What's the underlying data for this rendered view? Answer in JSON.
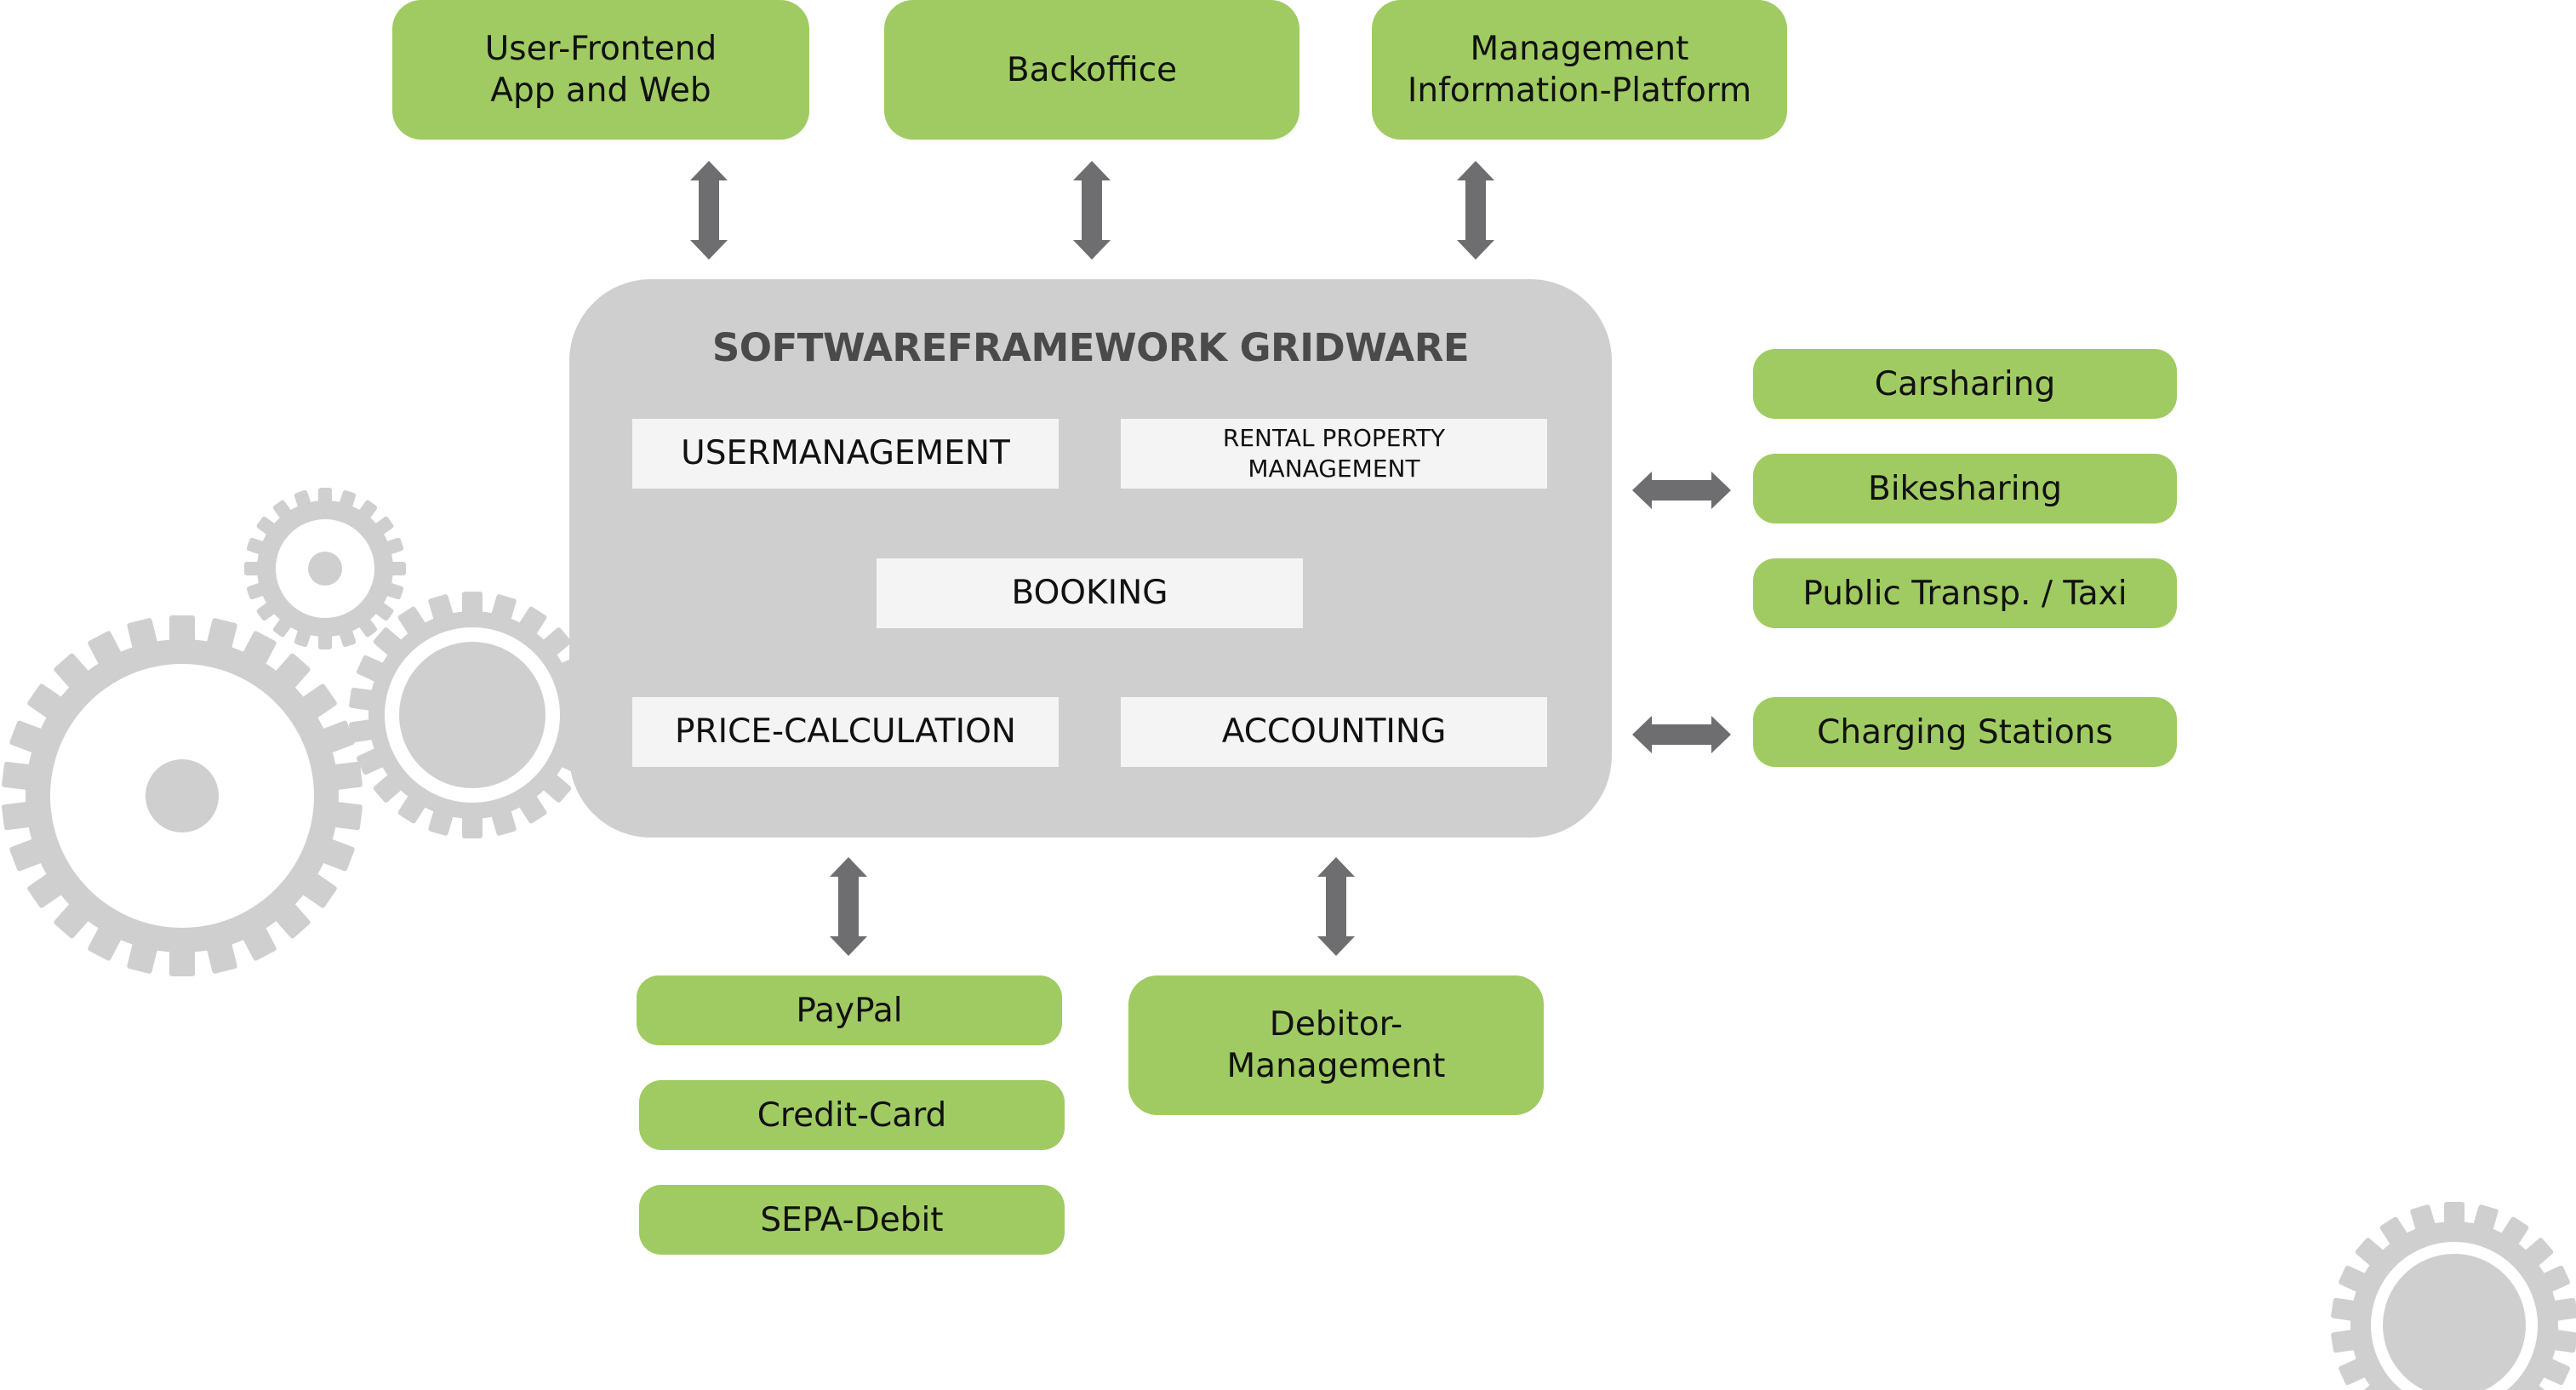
{
  "colors": {
    "green": "#a0cb62",
    "framework_gray": "#d0cfd0",
    "module_bg": "#f4f4f4",
    "arrow_gray": "#6e6e70",
    "gear_gray": "#cfcfcf",
    "title_gray": "#4a4a4a"
  },
  "top_systems": [
    {
      "label": "User-Frontend\nApp and Web"
    },
    {
      "label": "Backoffice"
    },
    {
      "label": "Management\nInformation-Platform"
    }
  ],
  "framework": {
    "title": "SOFTWAREFRAMEWORK GRIDWARE",
    "modules": {
      "usermanagement": "USERMANAGEMENT",
      "rental_property": "RENTAL PROPERTY\nMANAGEMENT",
      "booking": "BOOKING",
      "price_calculation": "PRICE-CALCULATION",
      "accounting": "ACCOUNTING"
    }
  },
  "right_systems": {
    "mobility": [
      "Carsharing",
      "Bikesharing",
      "Public Transp. / Taxi"
    ],
    "charging": "Charging Stations"
  },
  "bottom_systems": {
    "payment": [
      "PayPal",
      "Credit-Card",
      "SEPA-Debit"
    ],
    "debitor": "Debitor-\nManagement"
  },
  "icons": [
    "gear-icon",
    "double-arrow-icon"
  ]
}
